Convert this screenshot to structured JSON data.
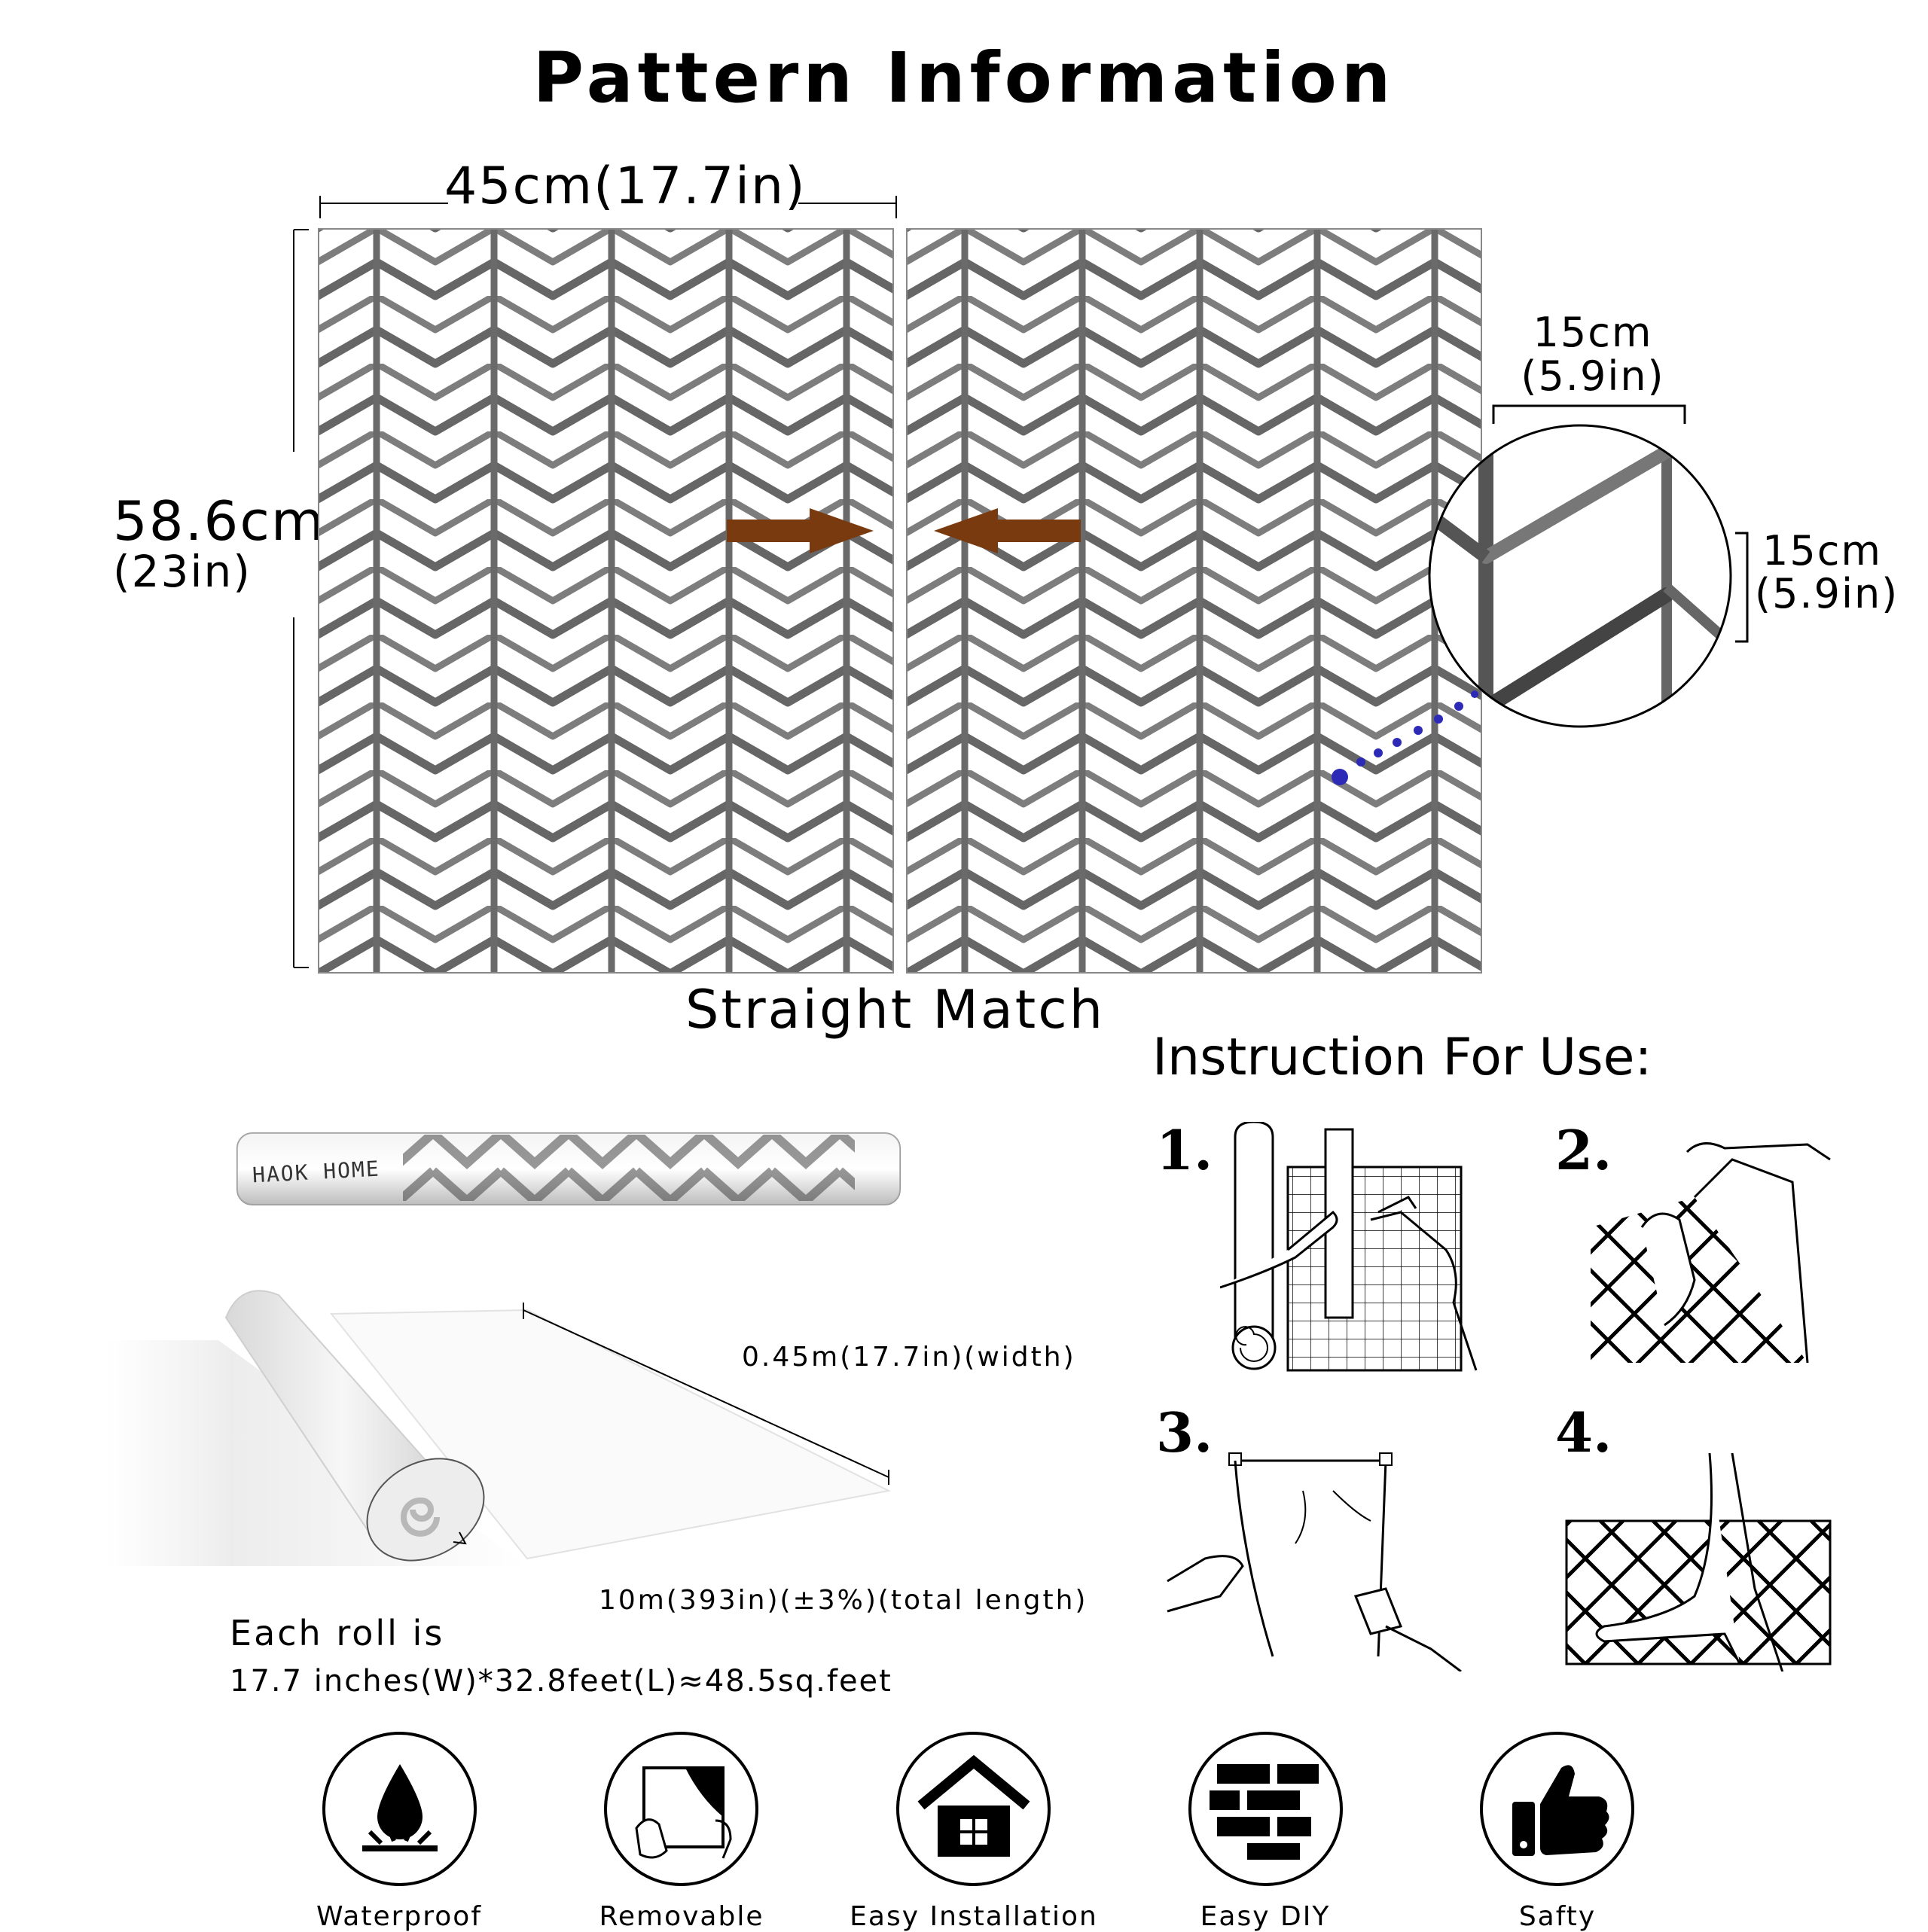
{
  "title": "Pattern Information",
  "dimensions": {
    "width_label": "45cm(17.7in)",
    "height_label_cm": "58.6cm",
    "height_label_in": "(23in)",
    "repeat_width_cm": "15cm",
    "repeat_width_in": "(5.9in)",
    "repeat_height_cm": "15cm",
    "repeat_height_in": "(5.9in)"
  },
  "match_type": "Straight Match",
  "instructions": {
    "heading": "Instruction For Use:",
    "steps": [
      "1.",
      "2.",
      "3.",
      "4."
    ]
  },
  "roll": {
    "brand": "HAOK HOME",
    "width_label": "0.45m(17.7in)(width)",
    "length_label": "10m(393in)(±3%)(total length)",
    "summary_line1": "Each roll is",
    "summary_line2": "17.7 inches(W)*32.8feet(L)≈48.5sq.feet"
  },
  "features": [
    {
      "label": "Waterproof",
      "icon": "water-drop-icon"
    },
    {
      "label": "Removable",
      "icon": "peel-sheet-icon"
    },
    {
      "label": "Easy Installation",
      "icon": "house-icon"
    },
    {
      "label": "Easy DIY",
      "icon": "brick-wall-icon"
    },
    {
      "label": "Safty",
      "icon": "thumbs-up-icon"
    }
  ],
  "colors": {
    "arrow": "#7a3a10",
    "dot_line": "#2d2ab8",
    "stroke": "#4a4a4a"
  }
}
